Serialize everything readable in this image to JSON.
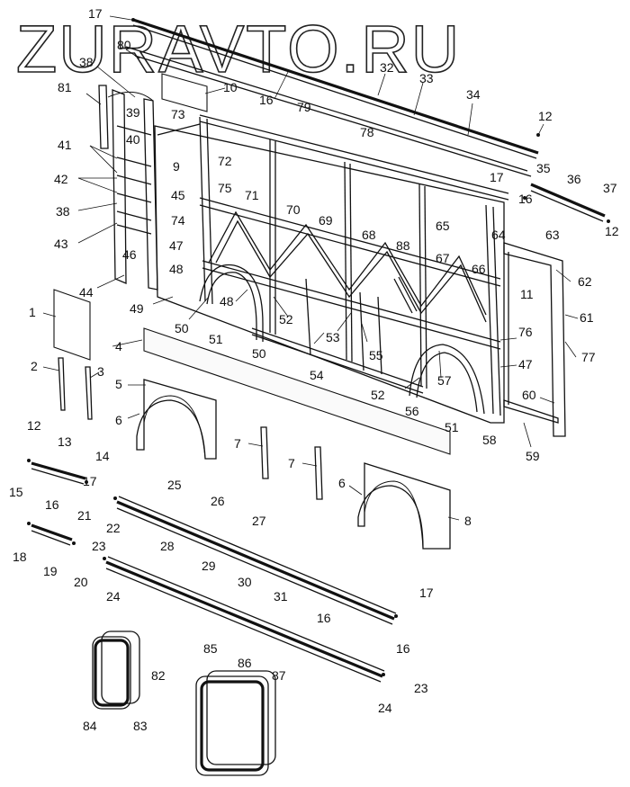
{
  "watermark": "ZURAVTO.RU",
  "callouts": [
    "1",
    "2",
    "3",
    "4",
    "5",
    "6",
    "7",
    "8",
    "9",
    "10",
    "11",
    "12",
    "13",
    "14",
    "15",
    "16",
    "17",
    "18",
    "19",
    "20",
    "21",
    "22",
    "23",
    "24",
    "25",
    "26",
    "27",
    "28",
    "29",
    "30",
    "31",
    "32",
    "33",
    "34",
    "35",
    "36",
    "37",
    "38",
    "39",
    "40",
    "41",
    "42",
    "43",
    "44",
    "45",
    "46",
    "47",
    "48",
    "49",
    "50",
    "51",
    "52",
    "53",
    "54",
    "55",
    "56",
    "57",
    "58",
    "59",
    "60",
    "61",
    "62",
    "63",
    "64",
    "65",
    "66",
    "67",
    "68",
    "69",
    "70",
    "71",
    "72",
    "73",
    "74",
    "75",
    "76",
    "77",
    "78",
    "79",
    "80",
    "81",
    "82",
    "83",
    "84",
    "85",
    "86",
    "87",
    "88"
  ],
  "colors": {
    "line": "#111111",
    "background": "#ffffff"
  }
}
